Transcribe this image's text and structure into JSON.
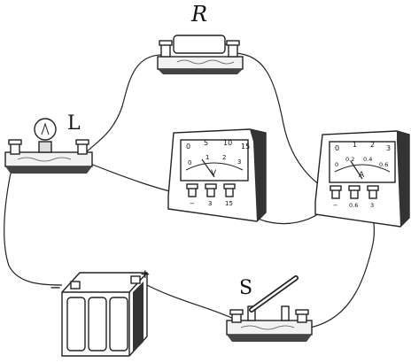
{
  "labels": {
    "resistor": "R",
    "lamp": "L",
    "switch": "S",
    "battery_plus": "+",
    "battery_minus": "−"
  },
  "voltmeter": {
    "unit": "V",
    "upper_scale": [
      "0",
      "5",
      "10",
      "15"
    ],
    "lower_scale": [
      "0",
      "1",
      "2",
      "3"
    ],
    "terminals": [
      "−",
      "3",
      "15"
    ]
  },
  "ammeter": {
    "unit": "A",
    "upper_scale": [
      "0",
      "1",
      "2",
      "3"
    ],
    "lower_scale": [
      "0",
      "0.2",
      "0.4",
      "0.6"
    ],
    "terminals": [
      "−",
      "0.6",
      "3"
    ]
  },
  "colors": {
    "ink": "#222222",
    "board": "#f2f2f2",
    "shade": "#444444"
  }
}
